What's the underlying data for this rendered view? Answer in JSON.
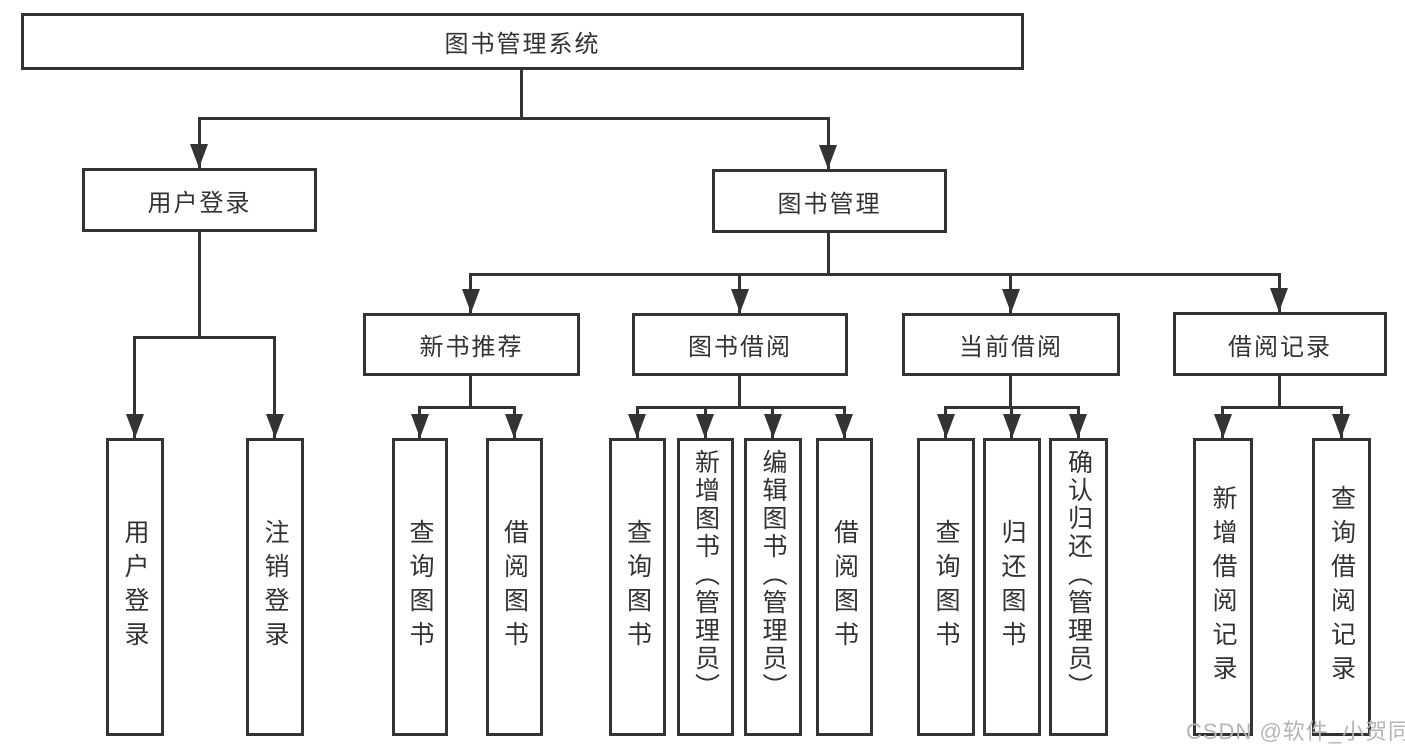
{
  "diagram": {
    "root": {
      "label": "图书管理系统"
    },
    "branches": [
      {
        "label": "用户登录",
        "children": [
          {
            "label": "用户登录"
          },
          {
            "label": "注销登录"
          }
        ]
      },
      {
        "label": "图书管理",
        "children": [
          {
            "label": "新书推荐",
            "children": [
              {
                "label": "查询图书"
              },
              {
                "label": "借阅图书"
              }
            ]
          },
          {
            "label": "图书借阅",
            "children": [
              {
                "label": "查询图书"
              },
              {
                "label": "新增图书（管理员）"
              },
              {
                "label": "编辑图书（管理员）"
              },
              {
                "label": "借阅图书"
              }
            ]
          },
          {
            "label": "当前借阅",
            "children": [
              {
                "label": "查询图书"
              },
              {
                "label": "归还图书"
              },
              {
                "label": "确认归还（管理员）"
              }
            ]
          },
          {
            "label": "借阅记录",
            "children": [
              {
                "label": "新增借阅记录"
              },
              {
                "label": "查询借阅记录"
              }
            ]
          }
        ]
      }
    ]
  },
  "watermark": {
    "text": "CSDN @软件_小贺同学"
  },
  "colors": {
    "background": "#ffffff",
    "line": "#333333",
    "box_border": "#333333",
    "text": "#333333",
    "watermark": "#b5b5b5"
  }
}
